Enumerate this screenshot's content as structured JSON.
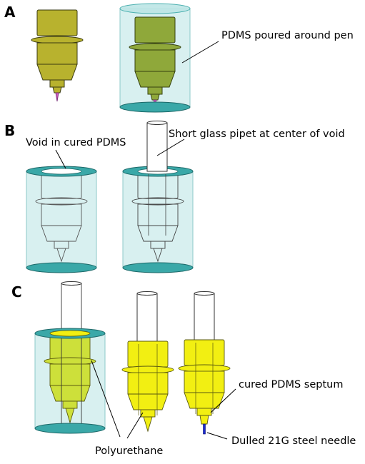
{
  "panels": {
    "a": {
      "letter": "A",
      "label_pdms": "PDMS poured around pen"
    },
    "b": {
      "letter": "B",
      "label_void": "Void in cured PDMS",
      "label_pipet": "Short glass pipet at center of void"
    },
    "c": {
      "letter": "C",
      "label_septum": "cured PDMS septum",
      "label_polyurethane": "Polyurethane",
      "label_needle": "Dulled 21G steel needle"
    }
  },
  "colors": {
    "pen_gold": "#b8b22e",
    "pen_olive": "#8fa83a",
    "pdms_fill": "#d8f0f0",
    "pdms_teal": "#3aa8a8",
    "polyurethane": "#f2ef12",
    "polyurethane_inside": "#cde03a",
    "tip_pink": "#d060c0",
    "needle_blue": "#1a2ad0"
  }
}
